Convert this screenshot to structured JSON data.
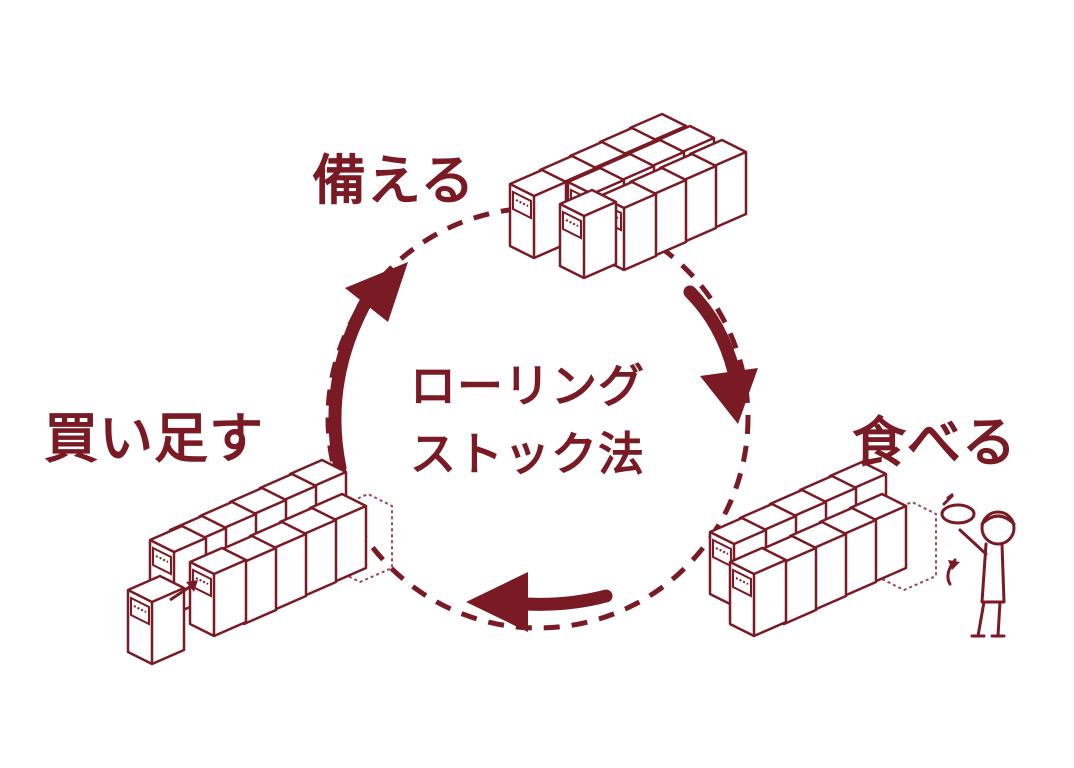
{
  "diagram": {
    "center_title_line1": "ローリング",
    "center_title_line2": "ストック法",
    "stage_stock": "備える",
    "stage_eat": "食べる",
    "stage_buy": "買い足す",
    "accent_color": "#7a1a24"
  }
}
